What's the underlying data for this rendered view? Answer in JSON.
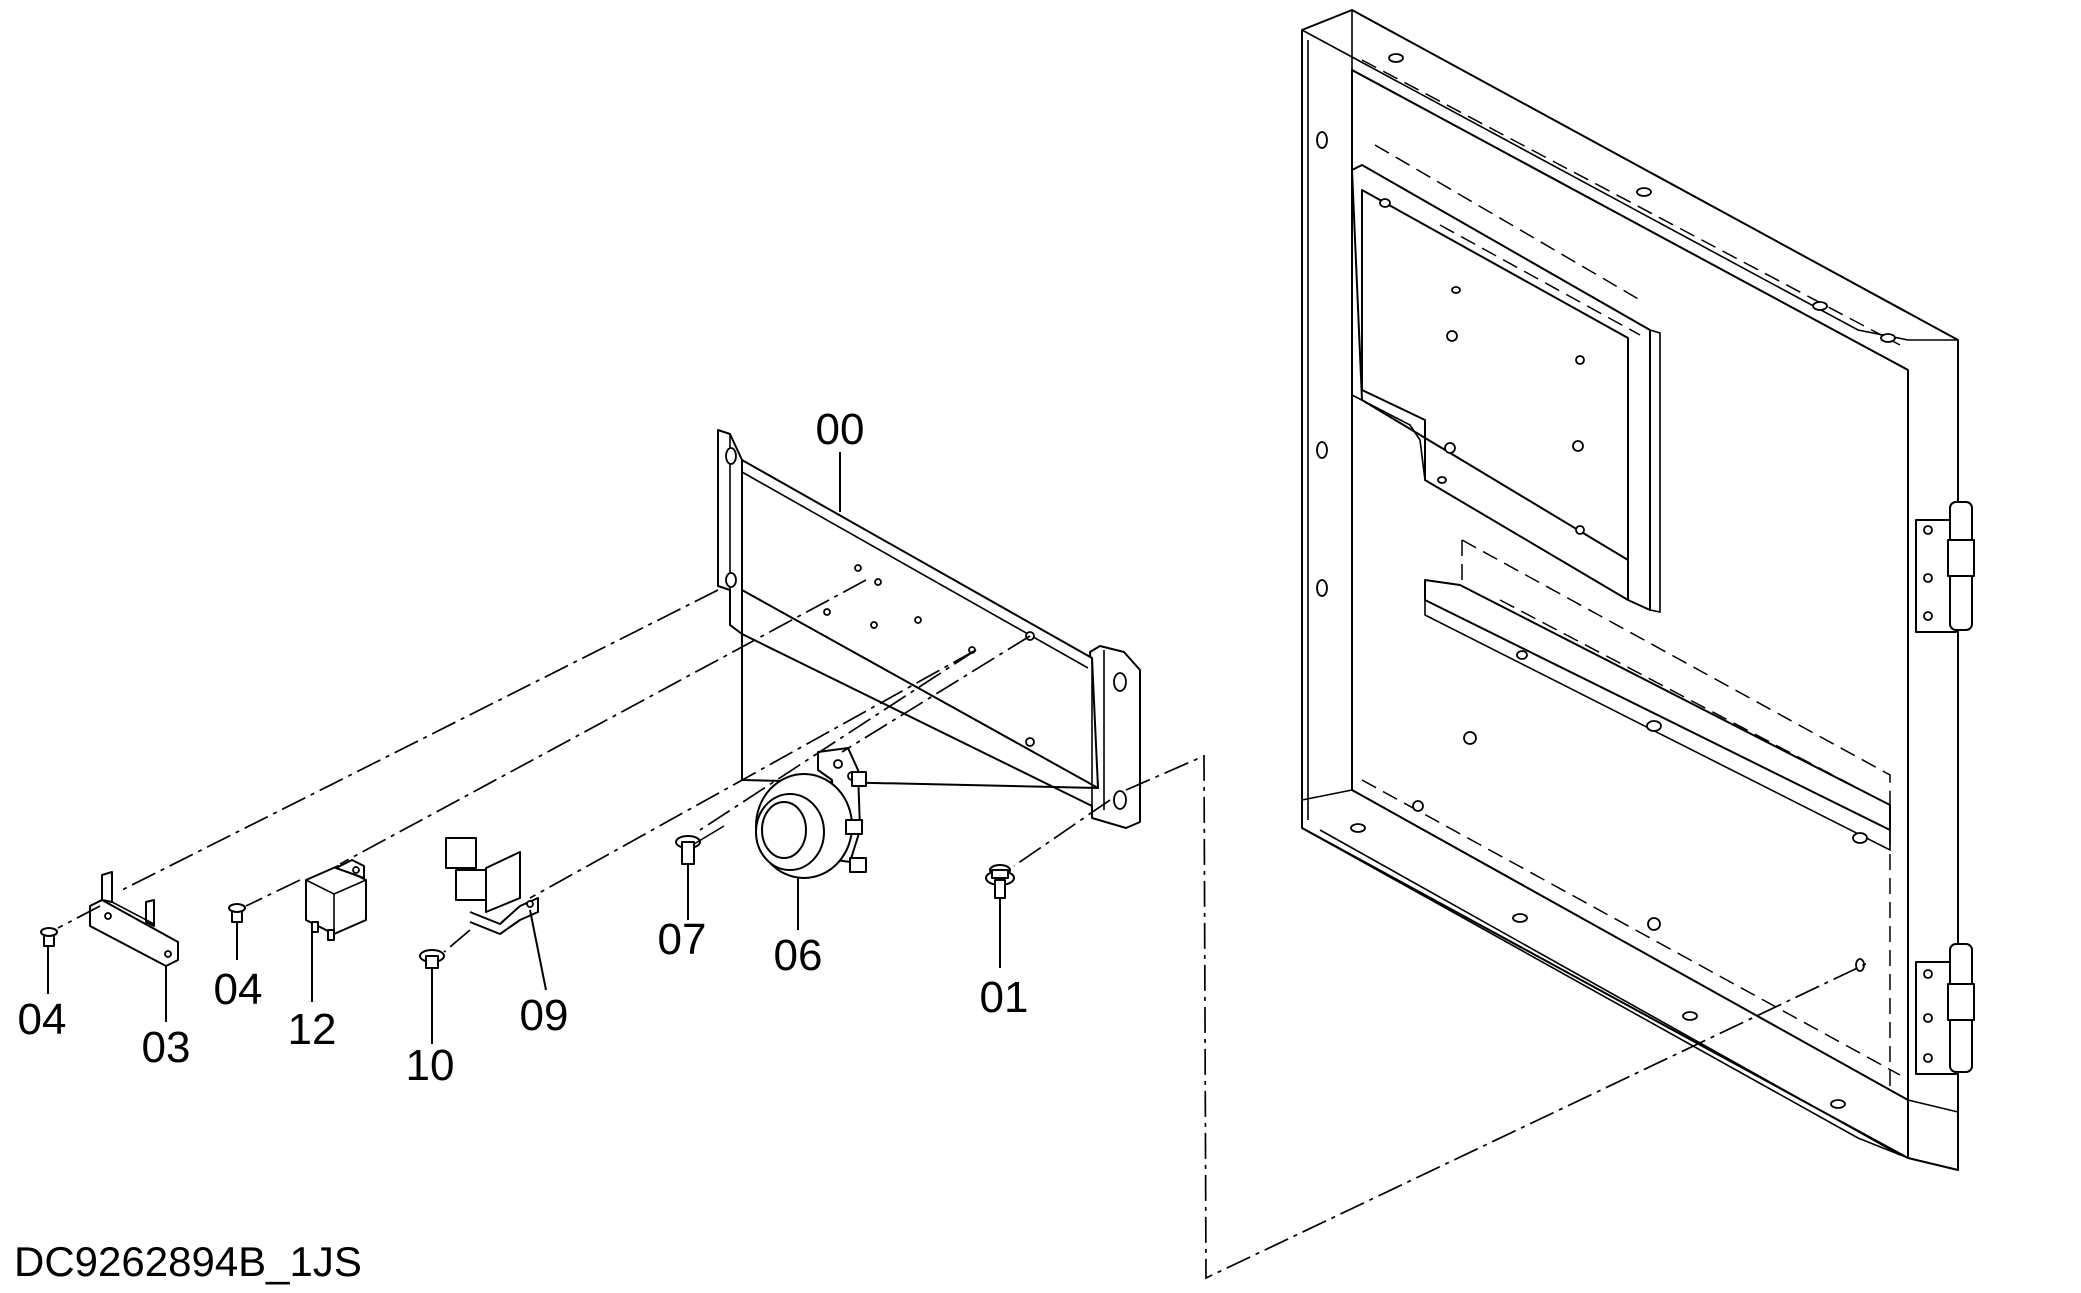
{
  "drawing_id": "DC9262894B_1JS",
  "callouts": {
    "c00": "00",
    "c01": "01",
    "c03": "03",
    "c04a": "04",
    "c04b": "04",
    "c06": "06",
    "c07": "07",
    "c09": "09",
    "c10": "10",
    "c12": "12"
  }
}
